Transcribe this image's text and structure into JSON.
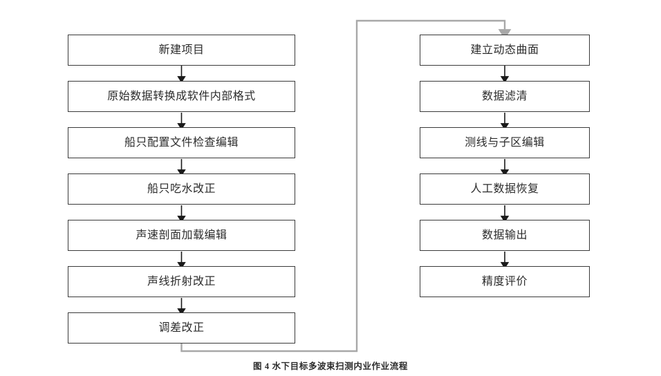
{
  "figure": {
    "caption": "图 4  水下目标多波束扫测内业作业流程",
    "background_color": "#ffffff",
    "node_border_color": "#3a3a3a",
    "node_fill_color": "#ffffff",
    "text_color": "#2b2b2b",
    "arrow_color": "#1a1a1a",
    "return_connector_color": "#a8a8a8"
  },
  "chart_data": {
    "type": "diagram",
    "title": "图 4  水下目标多波束扫测内业作业流程",
    "columns": [
      {
        "name": "left-column",
        "nodes": [
          "新建项目",
          "原始数据转换成软件内部格式",
          "船只配置文件检查编辑",
          "船只吃水改正",
          "声速剖面加载编辑",
          "声线折射改正",
          "调差改正"
        ]
      },
      {
        "name": "right-column",
        "nodes": [
          "建立动态曲面",
          "数据滤清",
          "测线与子区编辑",
          "人工数据恢复",
          "数据输出",
          "精度评价"
        ]
      }
    ],
    "edges": [
      {
        "from": "新建项目",
        "to": "原始数据转换成软件内部格式",
        "style": "arrow-down"
      },
      {
        "from": "原始数据转换成软件内部格式",
        "to": "船只配置文件检查编辑",
        "style": "arrow-down"
      },
      {
        "from": "船只配置文件检查编辑",
        "to": "船只吃水改正",
        "style": "arrow-down"
      },
      {
        "from": "船只吃水改正",
        "to": "声速剖面加载编辑",
        "style": "arrow-down"
      },
      {
        "from": "声速剖面加载编辑",
        "to": "声线折射改正",
        "style": "arrow-down"
      },
      {
        "from": "声线折射改正",
        "to": "调差改正",
        "style": "arrow-down"
      },
      {
        "from": "调差改正",
        "to": "建立动态曲面",
        "style": "elbow-around-top"
      },
      {
        "from": "建立动态曲面",
        "to": "数据滤清",
        "style": "arrow-down"
      },
      {
        "from": "数据滤清",
        "to": "测线与子区编辑",
        "style": "arrow-down"
      },
      {
        "from": "测线与子区编辑",
        "to": "人工数据恢复",
        "style": "arrow-down"
      },
      {
        "from": "人工数据恢复",
        "to": "数据输出",
        "style": "arrow-down"
      },
      {
        "from": "数据输出",
        "to": "精度评价",
        "style": "arrow-down"
      }
    ]
  },
  "left_column": {
    "nodes": [
      {
        "label": "新建项目"
      },
      {
        "label": "原始数据转换成软件内部格式"
      },
      {
        "label": "船只配置文件检查编辑"
      },
      {
        "label": "船只吃水改正"
      },
      {
        "label": "声速剖面加载编辑"
      },
      {
        "label": "声线折射改正"
      },
      {
        "label": "调差改正"
      }
    ]
  },
  "right_column": {
    "nodes": [
      {
        "label": "建立动态曲面"
      },
      {
        "label": "数据滤清"
      },
      {
        "label": "测线与子区编辑"
      },
      {
        "label": "人工数据恢复"
      },
      {
        "label": "数据输出"
      },
      {
        "label": "精度评价"
      }
    ]
  }
}
